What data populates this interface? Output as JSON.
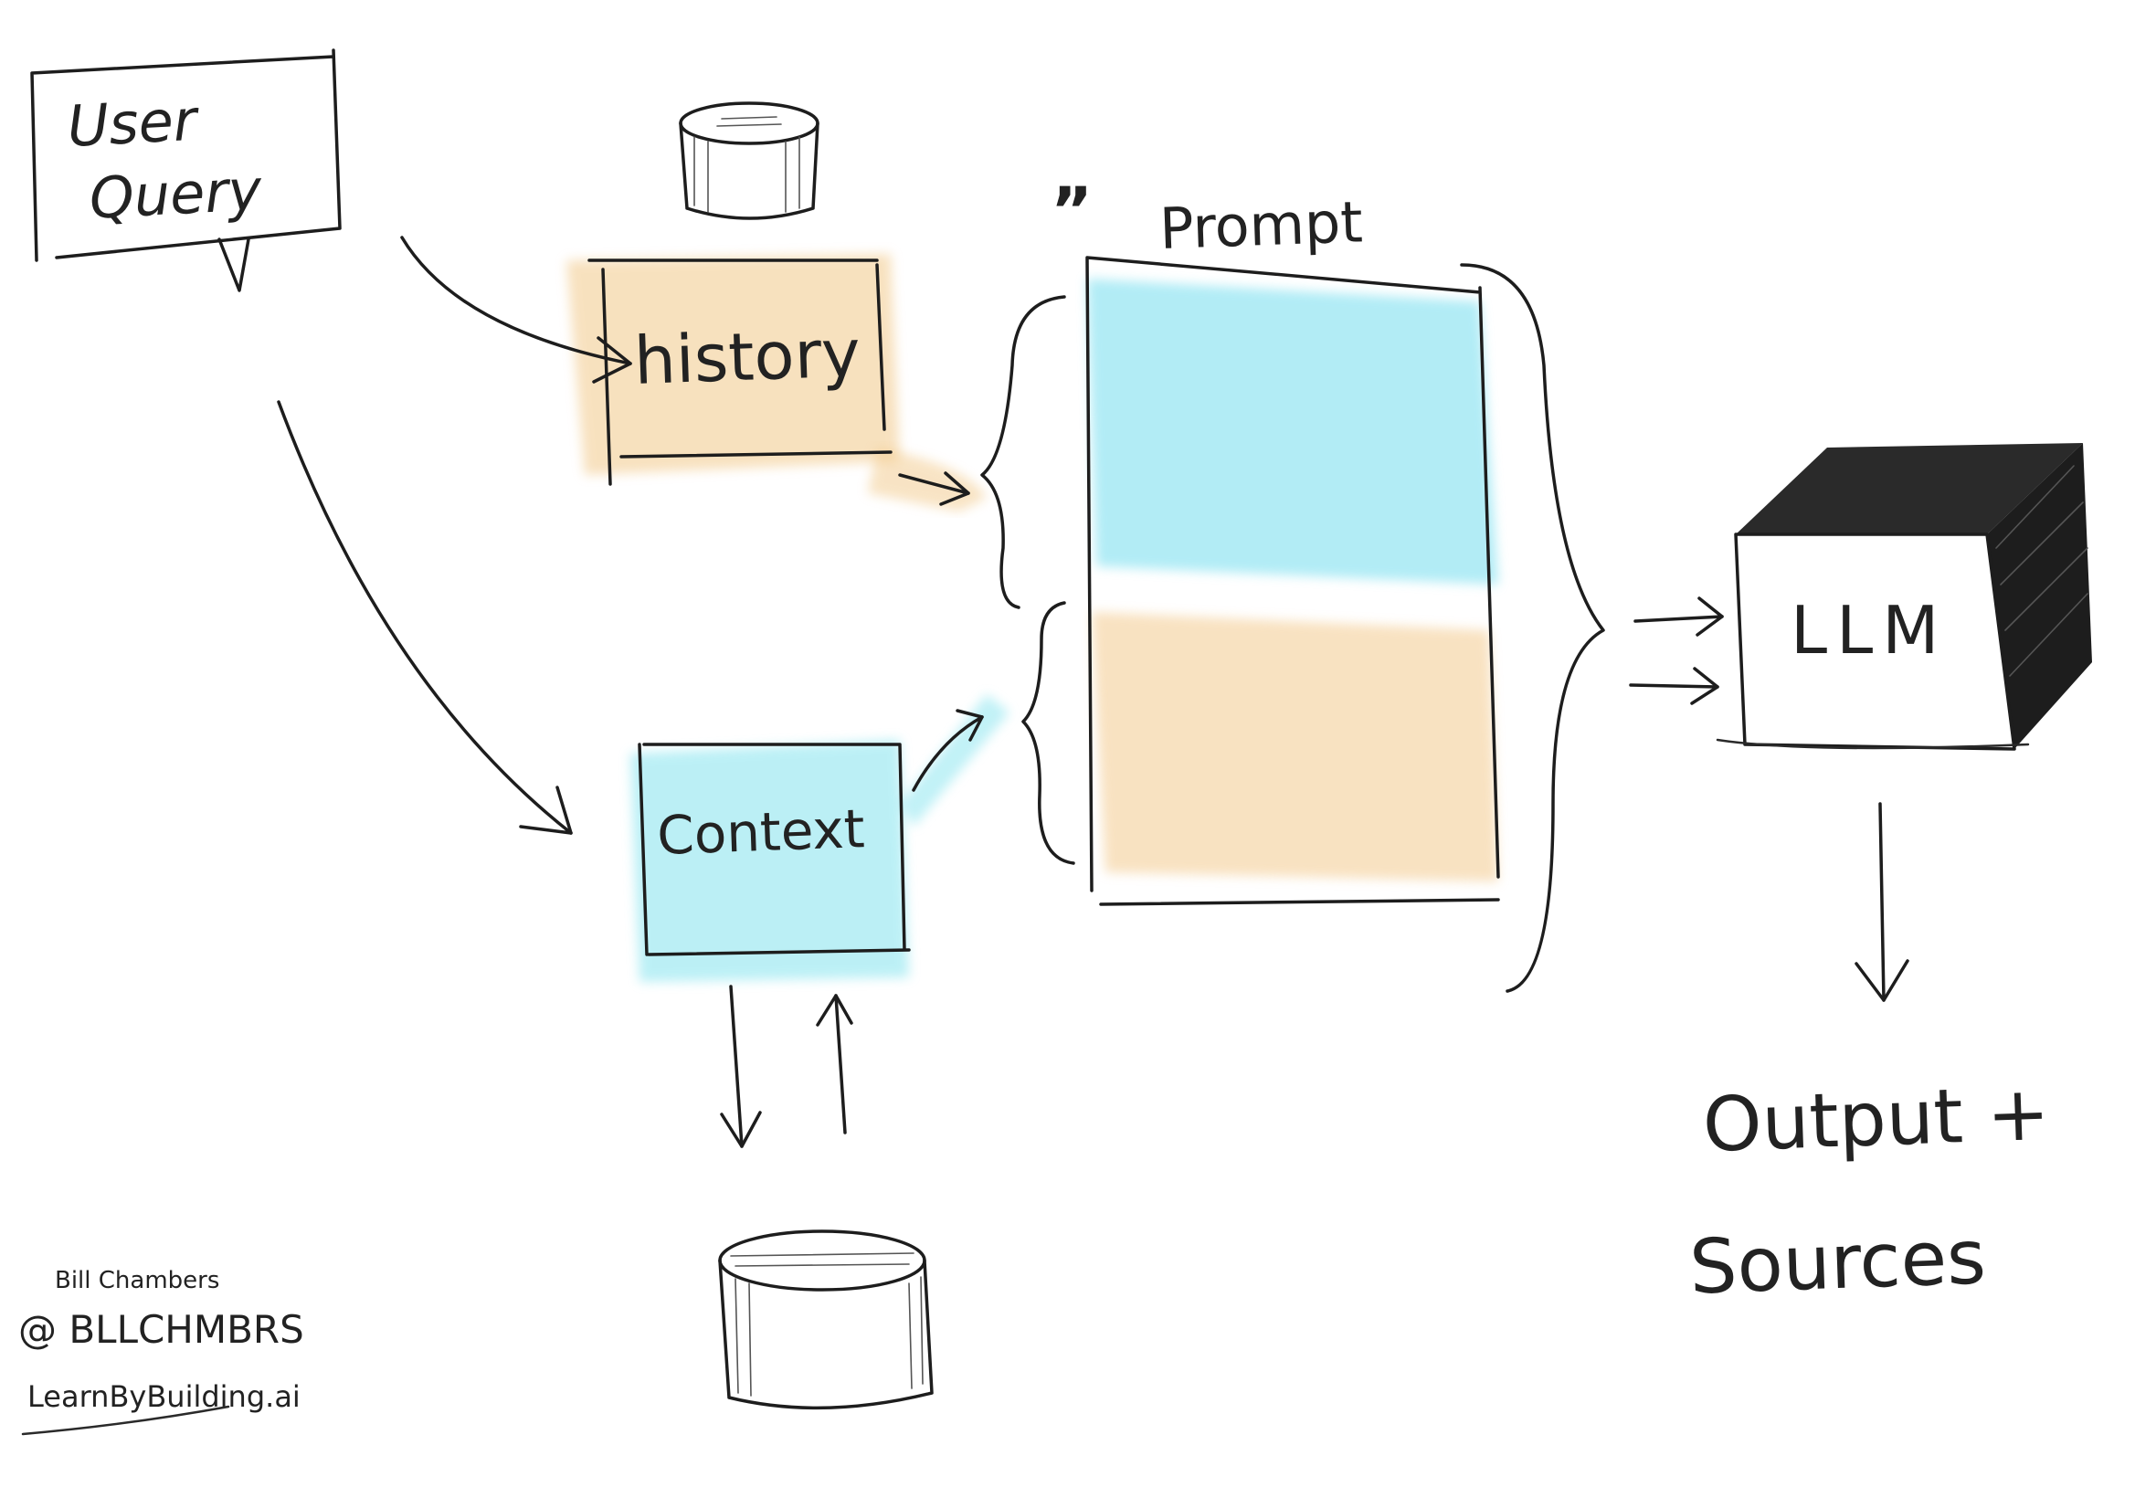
{
  "nodes": {
    "user_query": "User\nQuery",
    "history": "history",
    "context": "Context",
    "prompt": "Prompt",
    "llm": "LLM",
    "output": "Output +\nSources"
  },
  "credits": {
    "name": "Bill Chambers",
    "handle": "@ BLLCHMBRS",
    "site": "LearnByBuilding.ai"
  },
  "colors": {
    "history": "#f2c98a",
    "context": "#8fe6f0",
    "prompt_top": "#7fe0f0",
    "prompt_bottom": "#f4cf98",
    "history_text": "#6b4f14",
    "context_text": "#1c6e6e"
  }
}
